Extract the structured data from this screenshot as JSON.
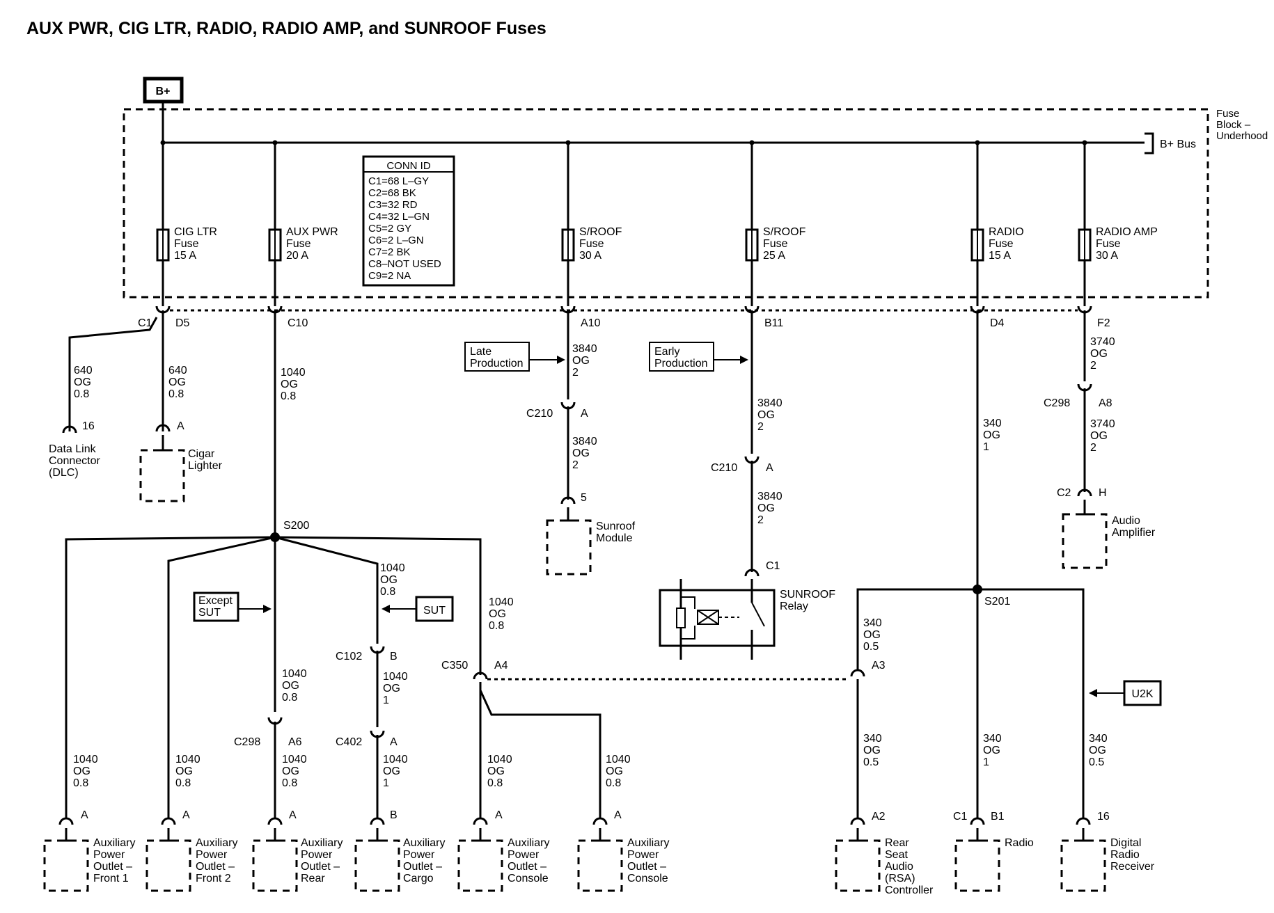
{
  "title": "AUX PWR, CIG LTR, RADIO, RADIO AMP, and SUNROOF Fuses",
  "power_source": "B+",
  "fuse_block": {
    "label": [
      "Fuse",
      "Block –",
      "Underhood"
    ],
    "bus": "B+ Bus"
  },
  "conn_id": {
    "header": "CONN ID",
    "rows": [
      "C1=68 L–GY",
      "C2=68 BK",
      "C3=32 RD",
      "C4=32 L–GN",
      "C5=2 GY",
      "C6=2 L–GN",
      "C7=2 BK",
      "C8–NOT USED",
      "C9=2 NA"
    ]
  },
  "fuses": [
    {
      "name": "CIG LTR",
      "sub": "Fuse",
      "rating": "15 A",
      "pin_l": "C1",
      "pin_r": "D5"
    },
    {
      "name": "AUX PWR",
      "sub": "Fuse",
      "rating": "20 A",
      "pin_l": "",
      "pin_r": "C10"
    },
    {
      "name": "S/ROOF",
      "sub": "Fuse",
      "rating": "30 A",
      "pin_l": "",
      "pin_r": "A10"
    },
    {
      "name": "S/ROOF",
      "sub": "Fuse",
      "rating": "25 A",
      "pin_l": "",
      "pin_r": "B11"
    },
    {
      "name": "RADIO",
      "sub": "Fuse",
      "rating": "15 A",
      "pin_l": "",
      "pin_r": "D4"
    },
    {
      "name": "RADIO AMP",
      "sub": "Fuse",
      "rating": "30 A",
      "pin_l": "",
      "pin_r": "F2"
    }
  ],
  "wires": {
    "w640_dlc": [
      "640",
      "OG",
      "0.8"
    ],
    "w640_cig": [
      "640",
      "OG",
      "0.8"
    ],
    "w1040_main": [
      "1040",
      "OG",
      "0.8"
    ],
    "w3840_a": [
      "3840",
      "OG",
      "2"
    ],
    "w3840_b": [
      "3840",
      "OG",
      "2"
    ],
    "w3840_c": [
      "3840",
      "OG",
      "2"
    ],
    "w3840_d": [
      "3840",
      "OG",
      "2"
    ],
    "w3740_a": [
      "3740",
      "OG",
      "2"
    ],
    "w3740_b": [
      "3740",
      "OG",
      "2"
    ],
    "w340_main": [
      "340",
      "OG",
      "1"
    ],
    "w1040_sut": [
      "1040",
      "OG",
      "0.8"
    ],
    "w1040_cons": [
      "1040",
      "OG",
      "0.8"
    ],
    "w1040_rear": [
      "1040",
      "OG",
      "0.8"
    ],
    "w1040_c102": [
      "1040",
      "OG",
      "1"
    ],
    "w340_rsa_top": [
      "340",
      "OG",
      "0.5"
    ],
    "w1040_f1": [
      "1040",
      "OG",
      "0.8"
    ],
    "w1040_f2": [
      "1040",
      "OG",
      "0.8"
    ],
    "w1040_rear_low": [
      "1040",
      "OG",
      "0.8"
    ],
    "w1040_cargo": [
      "1040",
      "OG",
      "1"
    ],
    "w1040_cons1": [
      "1040",
      "OG",
      "0.8"
    ],
    "w1040_cons2": [
      "1040",
      "OG",
      "0.8"
    ],
    "w340_rsa": [
      "340",
      "OG",
      "0.5"
    ],
    "w340_radio": [
      "340",
      "OG",
      "1"
    ],
    "w340_drr": [
      "340",
      "OG",
      "0.5"
    ]
  },
  "connectors": {
    "dlc_pin": "16",
    "cig_pin": "A",
    "c210_a": "C210",
    "c210_a_pin": "A",
    "sunroof_pin": "5",
    "c210_b": "C210",
    "c210_b_pin": "A",
    "relay_pin": "C1",
    "c298_top": "C298",
    "c298_top_pin": "A8",
    "c2": "C2",
    "c2_pin": "H",
    "c102": "C102",
    "c102_pin": "B",
    "c298_low": "C298",
    "c298_low_pin": "A6",
    "c402": "C402",
    "c402_pin": "A",
    "c350": "C350",
    "c350_pin": "A4",
    "rsa_in_pin": "A3",
    "f1_pin": "A",
    "f2_pin": "A",
    "rear_pin": "A",
    "cargo_pin": "B",
    "cons1_pin": "A",
    "cons2_pin": "A",
    "rsa_pin": "A2",
    "radio_c": "C1",
    "radio_pin": "B1",
    "drr_pin": "16"
  },
  "splices": {
    "s200": "S200",
    "s201": "S201"
  },
  "options": {
    "late": [
      "Late",
      "Production"
    ],
    "early": [
      "Early",
      "Production"
    ],
    "except_sut": [
      "Except",
      "SUT"
    ],
    "sut": "SUT",
    "u2k": "U2K"
  },
  "components": {
    "dlc": [
      "Data Link",
      "Connector",
      "(DLC)"
    ],
    "cigar": [
      "Cigar",
      "Lighter"
    ],
    "sunroof_module": [
      "Sunroof",
      "Module"
    ],
    "sunroof_relay": [
      "SUNROOF",
      "Relay"
    ],
    "audio_amp": [
      "Audio",
      "Amplifier"
    ],
    "apo_front1": [
      "Auxiliary",
      "Power",
      "Outlet –",
      "Front 1"
    ],
    "apo_front2": [
      "Auxiliary",
      "Power",
      "Outlet –",
      "Front 2"
    ],
    "apo_rear": [
      "Auxiliary",
      "Power",
      "Outlet –",
      "Rear"
    ],
    "apo_cargo": [
      "Auxiliary",
      "Power",
      "Outlet –",
      "Cargo"
    ],
    "apo_console1": [
      "Auxiliary",
      "Power",
      "Outlet –",
      "Console"
    ],
    "apo_console2": [
      "Auxiliary",
      "Power",
      "Outlet –",
      "Console"
    ],
    "rsa": [
      "Rear",
      "Seat",
      "Audio",
      "(RSA)",
      "Controller"
    ],
    "radio": [
      "Radio"
    ],
    "drr": [
      "Digital",
      "Radio",
      "Receiver"
    ]
  }
}
